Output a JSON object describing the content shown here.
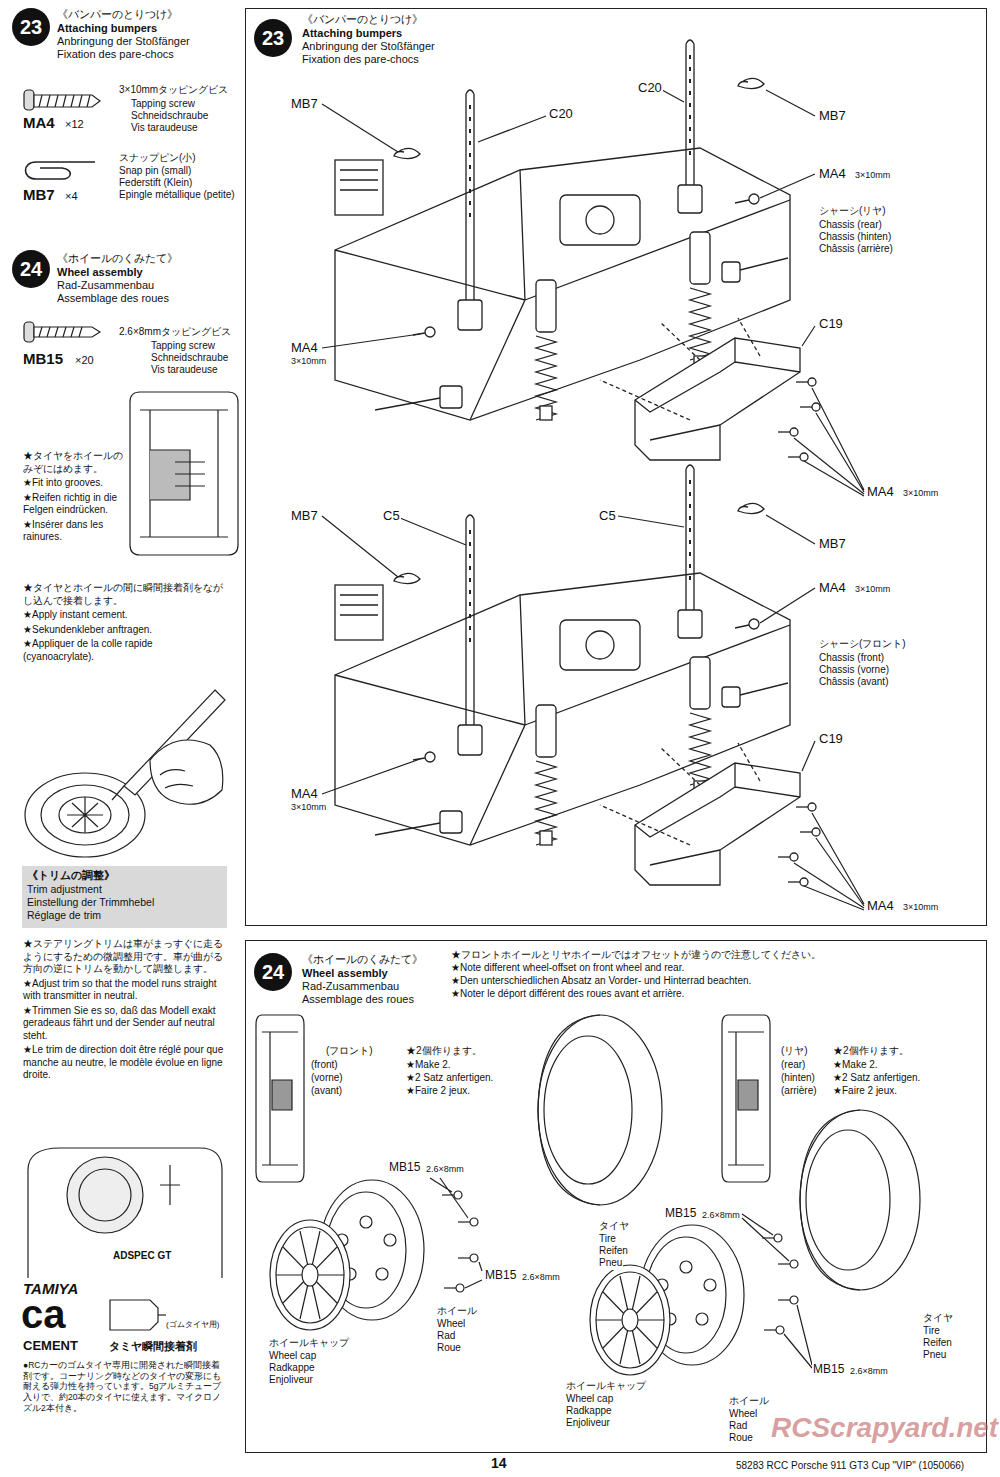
{
  "diagram": {
    "nodes": [
      {
        "text": [
          "23"
        ]
      },
      {
        "text": [
          "24"
        ]
      },
      {
        "text": [
          "《トリムの調整》",
          "Trim adjustment",
          "Einstellung der Trimmhebel",
          "Réglage de trim"
        ]
      },
      {
        "text": [
          "《バンパーのとりつけ》",
          "Attaching bumpers",
          "Anbringung der Stoßfänger",
          "Fixation des pare-chocs"
        ]
      },
      {
        "text": [
          "23"
        ],
        "in": 3
      },
      {
        "text": [
          "《ホイールのくみたて》",
          "Wheel assembly",
          "Rad-Zusammenbau",
          "Assemblage des roues",
          "★フロントホイールとリヤホイールではオフセットが違うので注意してください。",
          "★Note different wheel-offset on front wheel and rear.",
          "★Den unterschiedlichen Absatz an Vorder- und Hinterrad beachten.",
          "★Noter le déport différent des roues avant et arrière."
        ]
      },
      {
        "text": [
          "24"
        ],
        "in": 5
      }
    ],
    "labels": [
      "《バンパーのとりつけ》",
      "Attaching bumpers",
      "Anbringung der Stoßfänger",
      "Fixation des pare-chocs",
      "3×10mmタッピングビス",
      "Tapping screw",
      "Schneidschraube",
      "Vis taraudeuse",
      "MA4",
      "×12",
      "スナップピン(小)",
      "Snap pin (small)",
      "Federstift (Klein)",
      "Epingle métallique (petite)",
      "MB7",
      "×4",
      "《ホイールのくみたて》",
      "Wheel assembly",
      "Rad-Zusammenbau",
      "Assemblage des roues",
      "2.6×8mmタッピングビス",
      "Tapping screw",
      "Schneidschraube",
      "Vis taraudeuse",
      "MB15",
      "×20",
      "★タイヤをホイールのみぞにはめます。",
      "★Fit into grooves.",
      "★Reifen richtig in die Felgen eindrücken.",
      "★Insérer dans les rainures.",
      "★タイヤとホイールの間に瞬間接着剤をながし込んで接着します。",
      "★Apply instant cement.",
      "★Sekundenkleber anftragen.",
      "★Appliquer de la colle rapide (cyanoacrylate).",
      "★ステアリングトリムは車がまっすぐに走るようにするための微調整用です。車が曲がる方向の逆にトリムを動かして調整します。",
      "★Adjust trim so that the model runs straight with transmitter in neutral.",
      "★Trimmen Sie es so, daß das Modell exakt geradeaus fährt und der Sender auf neutral steht.",
      "★Le trim de direction doit être réglé pour que manche au neutre, le modèle évolue en ligne droite.",
      "ADSPEC GT",
      "TAMIYA",
      "ca",
      "CEMENT",
      "(ゴムタイヤ用)",
      "タミヤ瞬間接着剤",
      "●RCカーのゴムタイヤ専用に開発された瞬間接着剤です。コーナリング時などのタイヤの変形にも耐える弾力性を持っています。5gアルミチューブ入りで、約20本のタイヤに使えます。マイクロノズル2本付き。",
      "C20",
      "MB7",
      "MA4",
      "3×10mm",
      "シャーシ(リヤ)",
      "Chassis (rear)",
      "Chassis (hinten)",
      "Châssis (arrière)",
      "C19",
      "MA4",
      "3×10mm",
      "MB7",
      "C20",
      "MA4",
      "3×10mm",
      "MB7",
      "C5",
      "C5",
      "MB7",
      "MA4",
      "3×10mm",
      "シャーシ(フロント)",
      "Chassis (front)",
      "Chassis (vorne)",
      "Châssis (avant)",
      "C19",
      "MA4",
      "3×10mm",
      "MA4",
      "3×10mm",
      "(フロント)",
      "(front)",
      "(vorne)",
      "(avant)",
      "★2個作ります。",
      "★Make 2.",
      "★2 Satz anfertigen.",
      "★Faire 2 jeux.",
      "(リヤ)",
      "(rear)",
      "(hinten)",
      "(arrière)",
      "★2個作ります。",
      "★Make 2.",
      "★2 Satz anfertigen.",
      "★Faire 2 jeux.",
      "MB15",
      "2.6×8mm",
      "タイヤ",
      "Tire",
      "Reifen",
      "Pneu",
      "MB15",
      "2.6×8mm",
      "MB15",
      "2.6×8mm",
      "ホイール",
      "Wheel",
      "Rad",
      "Roue",
      "ホイールキャップ",
      "Wheel cap",
      "Radkappe",
      "Enjoliveur",
      "タイヤ",
      "Tire",
      "Reifen",
      "Pneu",
      "MB15",
      "2.6×8mm",
      "ホイールキャップ",
      "Wheel cap",
      "Radkappe",
      "Enjoliveur",
      "ホイール",
      "Wheel",
      "Rad",
      "Roue",
      "14",
      "58283 RCC Porsche 911 GT3 Cup \"VIP\" (1050066)",
      "RCScrapyard.net"
    ]
  }
}
